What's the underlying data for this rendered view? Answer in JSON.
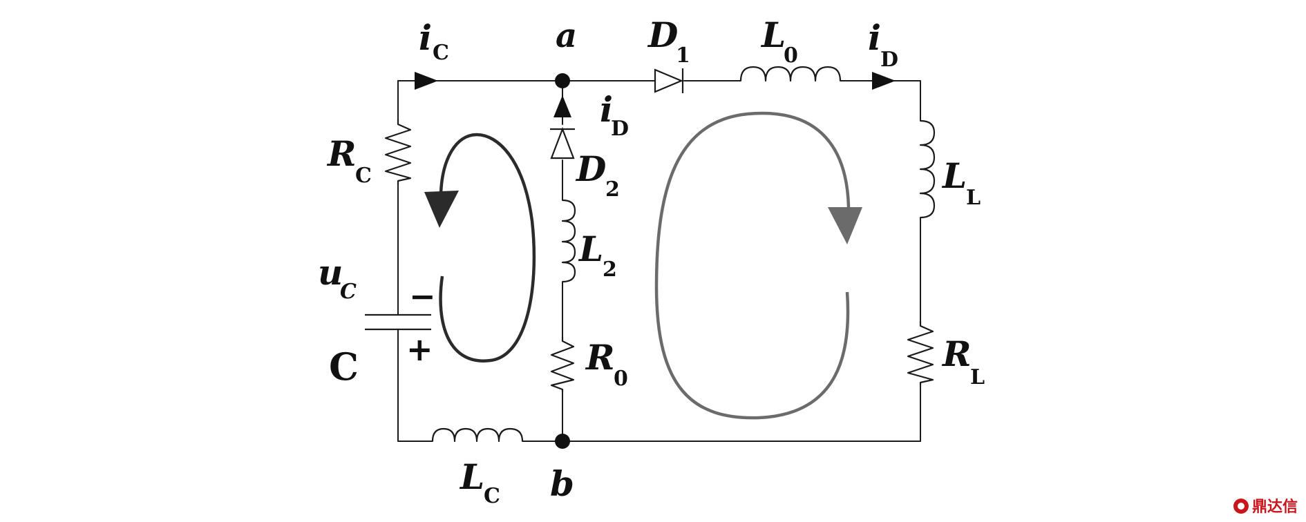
{
  "labels": {
    "iC": {
      "main": "i",
      "sub": "C"
    },
    "a": "a",
    "D1": {
      "main": "D",
      "sub": "1"
    },
    "L0": {
      "main": "L",
      "sub": "0"
    },
    "iD_top": {
      "main": "i",
      "sub": "D"
    },
    "iD_mid": {
      "main": "i",
      "sub": "D"
    },
    "D2": {
      "main": "D",
      "sub": "2"
    },
    "L2": {
      "main": "L",
      "sub": "2"
    },
    "R0": {
      "main": "R",
      "sub": "0"
    },
    "RC": {
      "main": "R",
      "sub": "C"
    },
    "uC": {
      "main": "u",
      "sub": "C"
    },
    "C": "C",
    "minus": "−",
    "plus": "+",
    "LC": {
      "main": "L",
      "sub": "C"
    },
    "b": "b",
    "LL": {
      "main": "L",
      "sub": "L"
    },
    "RL": {
      "main": "R",
      "sub": "L"
    }
  },
  "watermark": {
    "text": "鼎达信"
  },
  "colors": {
    "wire": "#1a1a1a",
    "loop_left": "#2b2b2b",
    "loop_right": "#6b6b6b",
    "watermark": "#c8161d"
  }
}
